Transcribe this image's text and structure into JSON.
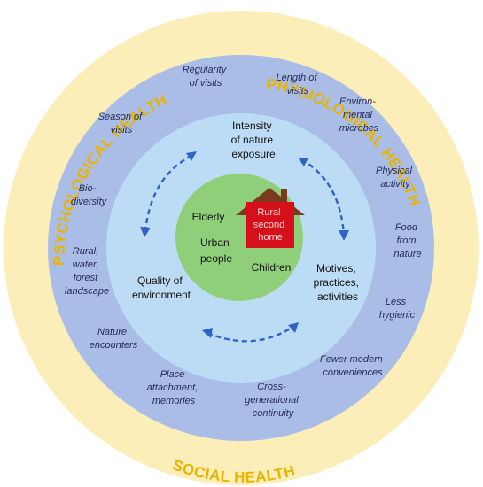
{
  "colors": {
    "outer_ring": "#fbeeb8",
    "outer_text": "#e8b400",
    "middle_ring": "#a9bde6",
    "inner_ring": "#bcdcf5",
    "core": "#90cf79",
    "house_body": "#d6101b",
    "house_roof": "#7a3a20",
    "arrow": "#2f63c8"
  },
  "health_domains": {
    "psychological": "PSYCHOLOGICAL HEALTH",
    "physiological": "PHYSIOLOGICAL HEALTH",
    "social": "SOCIAL HEALTH"
  },
  "outer_factors": [
    [
      "Regularity",
      "of visits"
    ],
    [
      "Length of",
      "visits"
    ],
    [
      "Environ-",
      "mental",
      "microbes"
    ],
    [
      "Season of",
      "visits"
    ],
    [
      "Bio-",
      "diversity"
    ],
    [
      "Physical",
      "activity"
    ],
    [
      "Food",
      "from",
      "nature"
    ],
    [
      "Rural,",
      "water,",
      "forest",
      "landscape"
    ],
    [
      "Less",
      "hygienic"
    ],
    [
      "Nature",
      "encounters"
    ],
    [
      "Fewer modern",
      "conveniences"
    ],
    [
      "Place",
      "attachment,",
      "memories"
    ],
    [
      "Cross-",
      "generational",
      "continuity"
    ]
  ],
  "inner_factors": [
    [
      "Intensity",
      "of nature",
      "exposure"
    ],
    [
      "Quality of",
      "environment"
    ],
    [
      "Motives,",
      "practices,",
      "activities"
    ]
  ],
  "core_groups": [
    "Elderly",
    "Urban",
    "people",
    "Children"
  ],
  "house": [
    "Rural",
    "second",
    "home"
  ]
}
